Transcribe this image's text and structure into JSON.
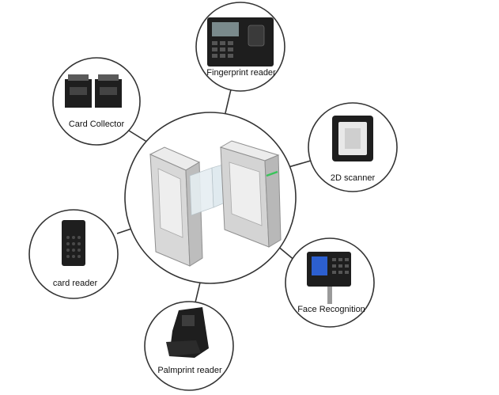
{
  "center": {
    "icon": "swing-turnstile-gate-icon"
  },
  "devices": [
    {
      "id": "fingerprint",
      "label": "Fingerprint reader",
      "icon": "fingerprint-terminal-icon"
    },
    {
      "id": "card-collector",
      "label": "Card Collector",
      "icon": "card-collector-icon"
    },
    {
      "id": "scanner",
      "label": "2D scanner",
      "icon": "qr-scanner-icon"
    },
    {
      "id": "card-reader",
      "label": "card reader",
      "icon": "card-reader-keypad-icon"
    },
    {
      "id": "face",
      "label": "Face Recognition",
      "icon": "face-recognition-terminal-icon"
    },
    {
      "id": "palmprint",
      "label": "Palmprint reader",
      "icon": "palmprint-reader-icon"
    }
  ],
  "colors": {
    "ring": "#333333",
    "device_dark": "#1e1e1e",
    "gate_metal": "#c9c9c9",
    "indicator": "#39c45a"
  }
}
